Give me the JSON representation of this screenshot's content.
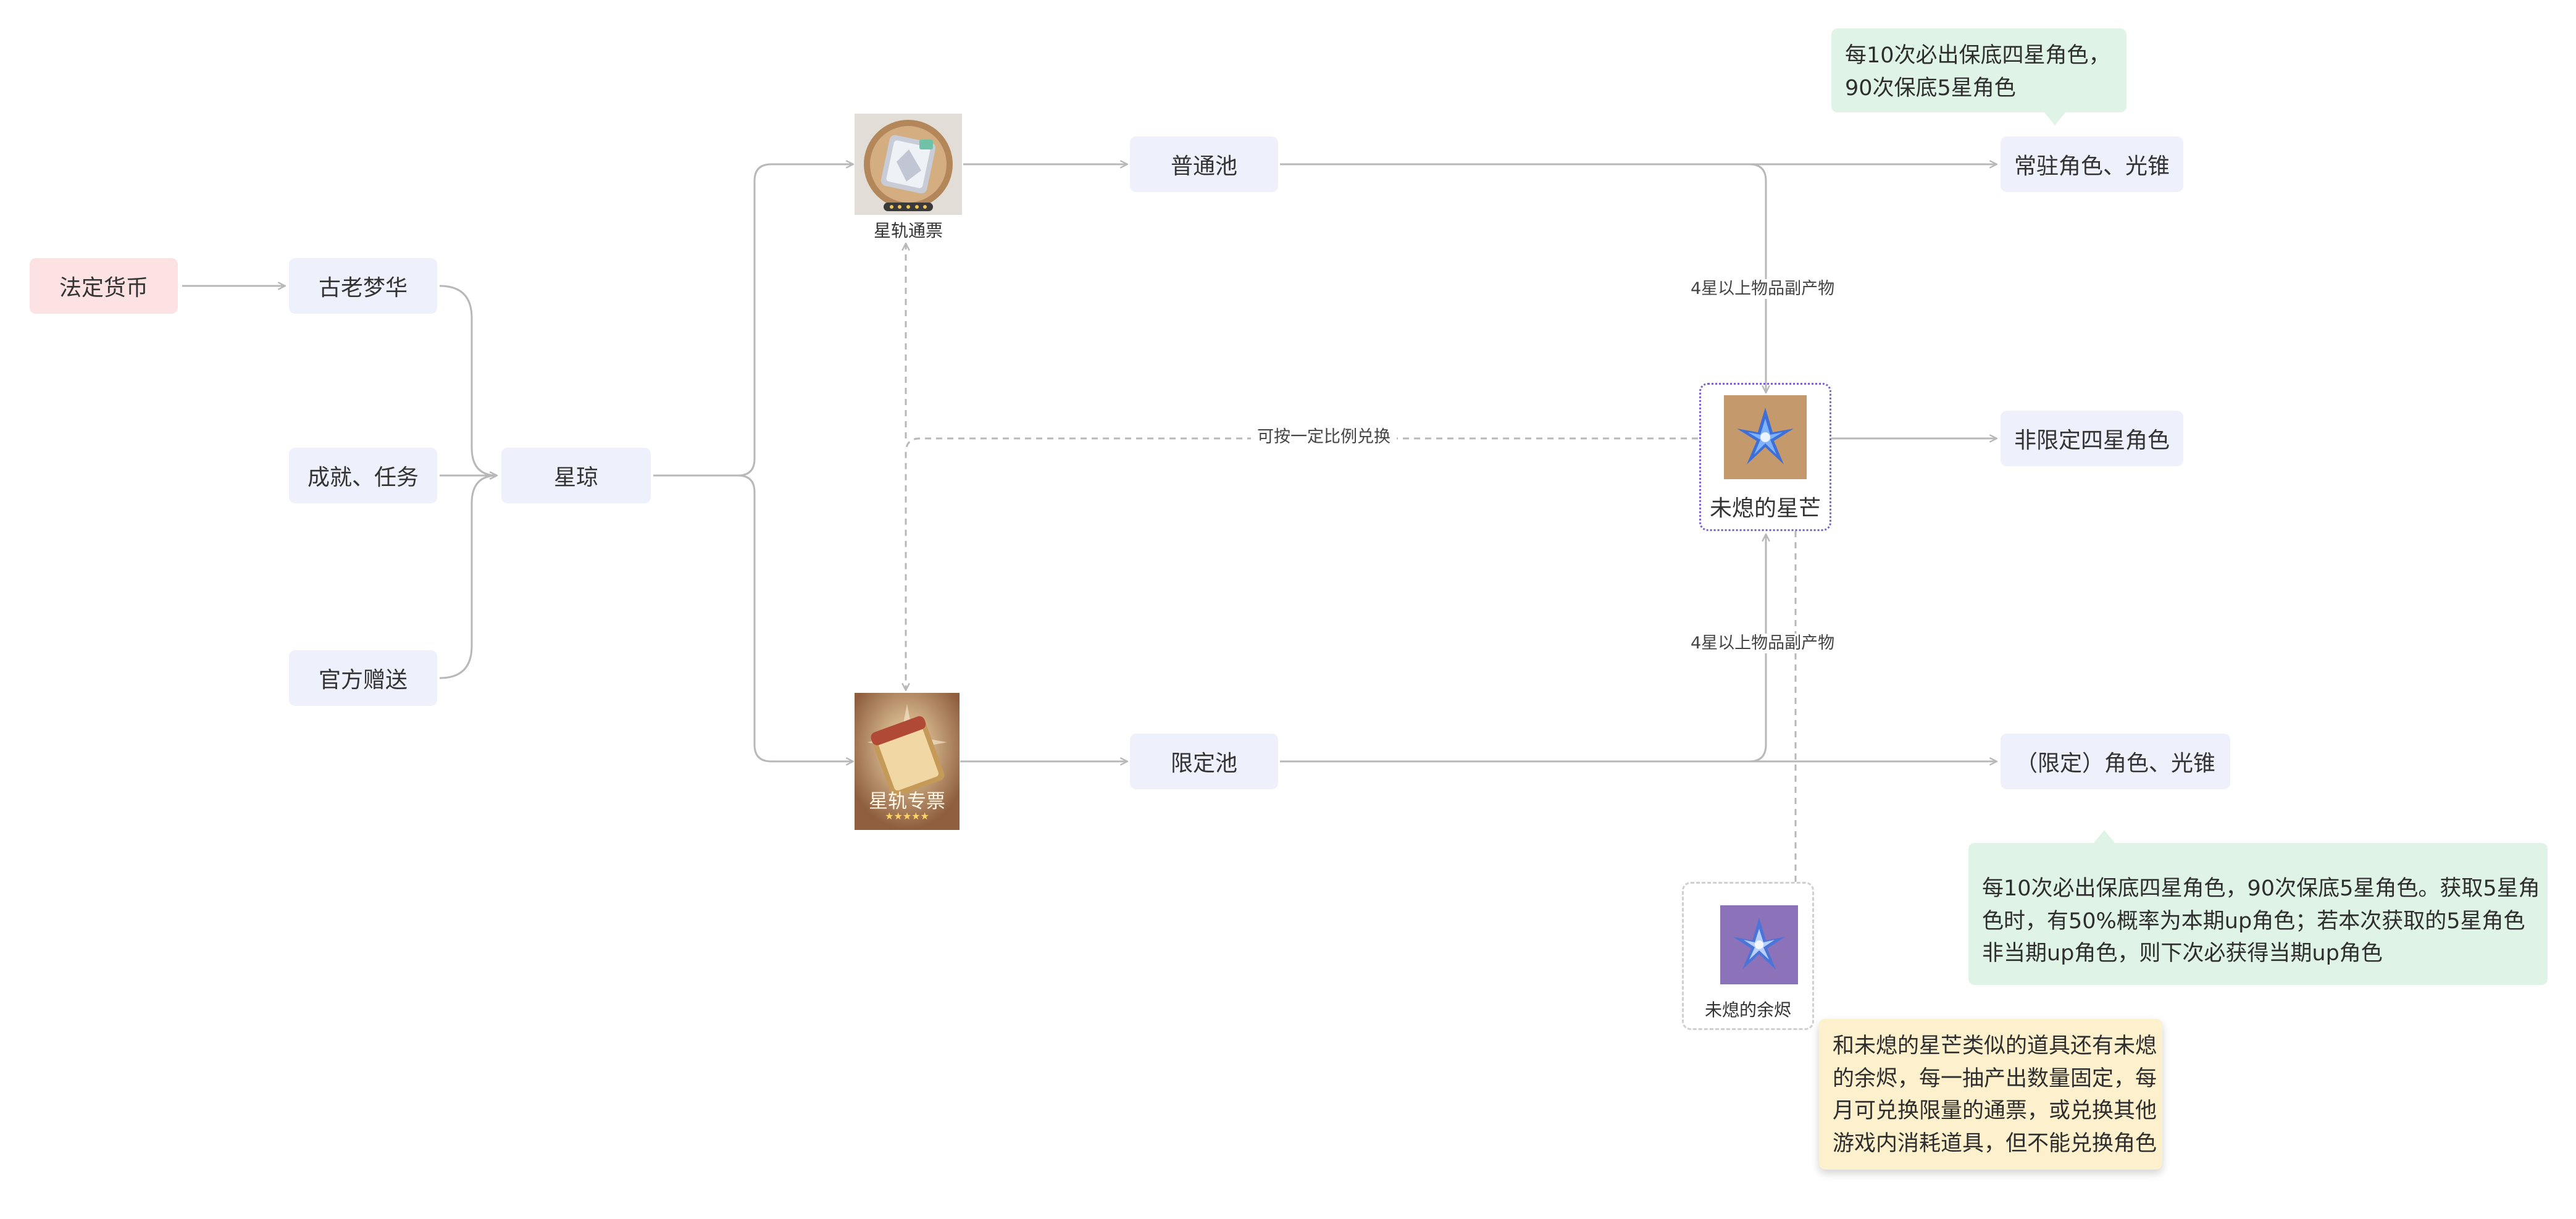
{
  "nodes": {
    "fiat": "法定货币",
    "ancient_dream": "古老梦华",
    "achievements": "成就、任务",
    "official_gift": "官方赠送",
    "stellar_jade": "星琼",
    "star_rail_pass": "星轨通票",
    "special_pass": "星轨专票",
    "special_pass_stars": "★★★★★",
    "normal_pool": "普通池",
    "limited_pool": "限定池",
    "starlight": "未熄的星芒",
    "embers": "未熄的余烬",
    "standard_rewards": "常驻角色、光锥",
    "non_limited_4star": "非限定四星角色",
    "limited_rewards": "（限定）角色、光锥"
  },
  "edge_labels": {
    "byproduct_top": "4星以上物品副产物",
    "byproduct_bottom": "4星以上物品副产物",
    "exchange": "可按一定比例兑换"
  },
  "notes": {
    "standard_pity": [
      "每10次必出保底四星角色，",
      "90次保底5星角色"
    ],
    "limited_pity": [
      "每10次必出保底四星角色，90次保底5星角色。获取5星角",
      "色时，有50%概率为本期up角色；若本次获取的5星角色",
      "非当期up角色，则下次必获得当期up角色"
    ],
    "embers_note": [
      "和未熄的星芒类似的道具还有未熄",
      "的余烬，每一抽产出数量固定，每",
      "月可兑换限量的通票，或兑换其他",
      "游戏内消耗道具，但不能兑换角色"
    ]
  },
  "colors": {
    "node_bg": "#eef1fb",
    "fiat_bg": "#fde2e4",
    "note_green": "#dff3e6",
    "note_yellow": "#fdf0cc",
    "edge": "#b8b8b8",
    "starlight_border": "#7a63c8"
  },
  "icons": {
    "star_rail_pass": "pass-ticket-icon",
    "special_pass": "special-pass-ticket-icon",
    "starlight": "starlight-crystal-icon",
    "embers": "embers-crystal-icon"
  }
}
